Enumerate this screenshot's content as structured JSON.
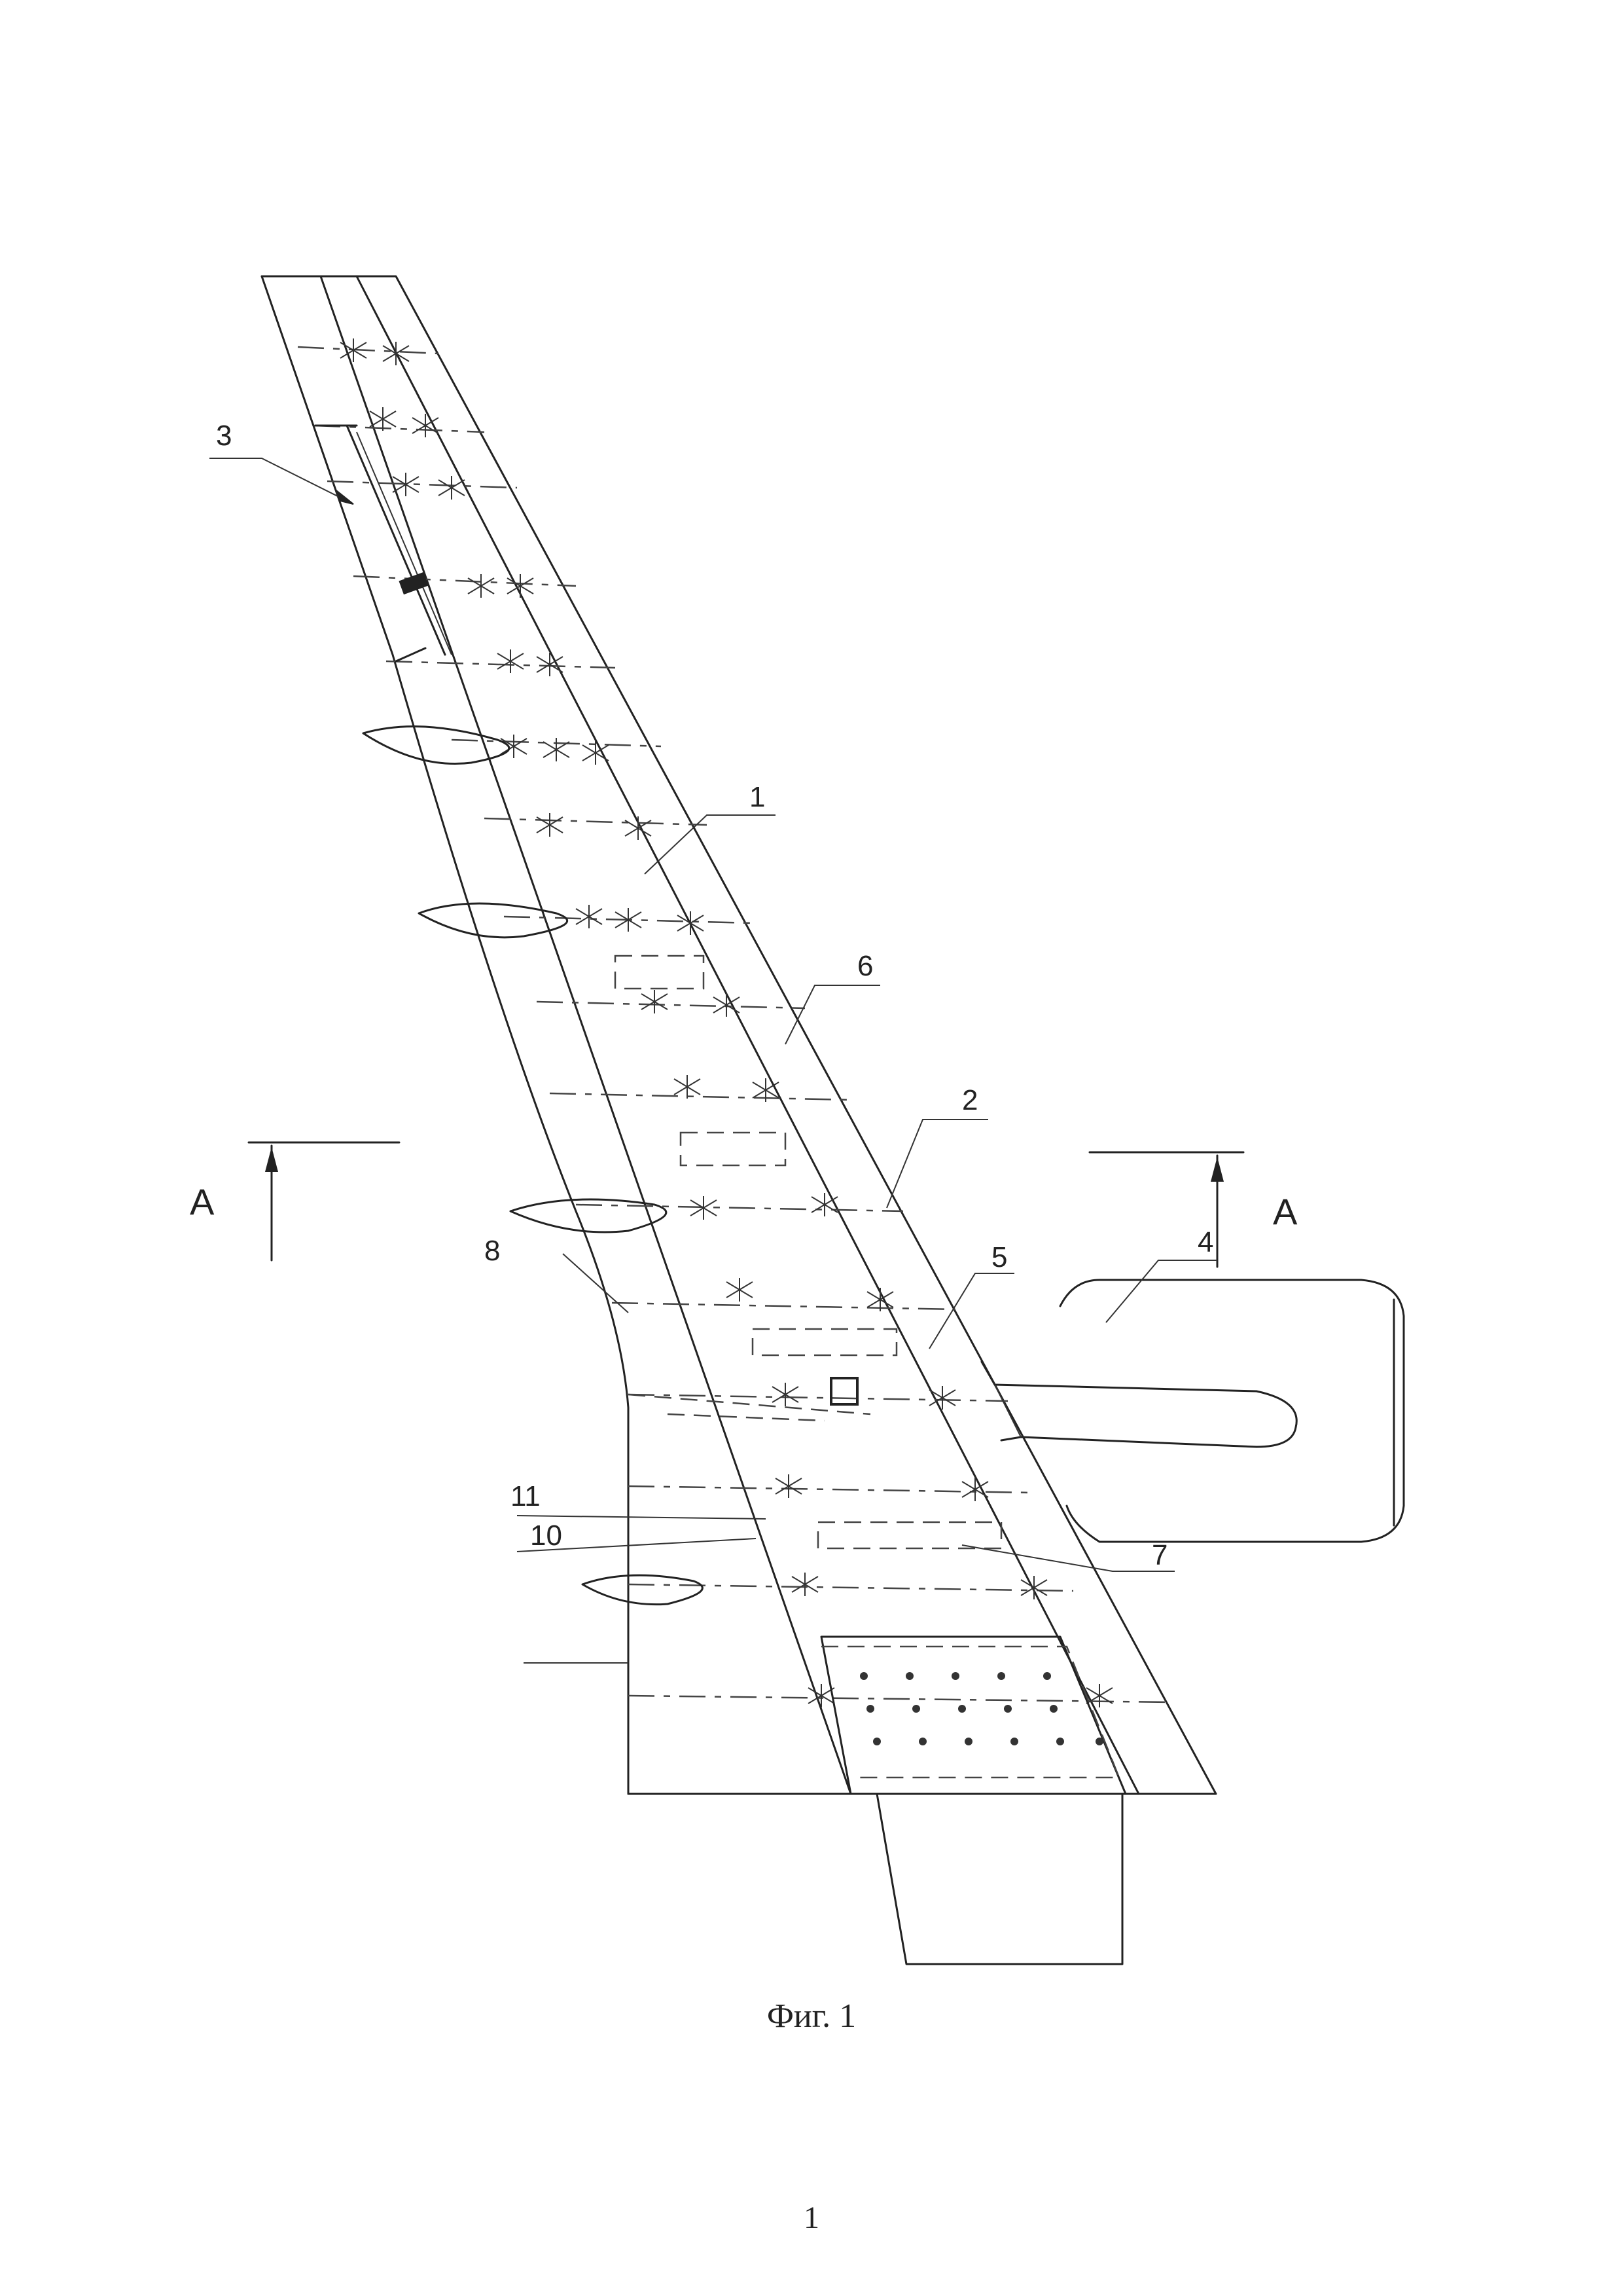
{
  "figure": {
    "caption": "Фиг. 1",
    "page_number": "1",
    "section_marker_left": "A",
    "section_marker_right": "A",
    "labels": [
      "1",
      "2",
      "3",
      "4",
      "5",
      "6",
      "7",
      "8",
      "10",
      "11"
    ]
  }
}
